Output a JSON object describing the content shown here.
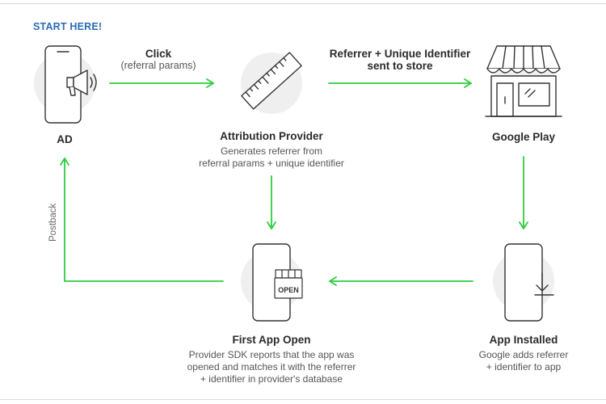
{
  "start_label": "START HERE!",
  "nodes": {
    "ad": {
      "title": "AD"
    },
    "attribution": {
      "title": "Attribution Provider",
      "desc_line1": "Generates referrer from",
      "desc_line2": "referral params + unique identifier"
    },
    "google_play": {
      "title": "Google Play"
    },
    "first_app_open": {
      "title": "First App Open",
      "badge": "OPEN",
      "desc_line1": "Provider SDK reports that the app was",
      "desc_line2": "opened and matches it with the referrer",
      "desc_line3": "+ identifier in provider's database"
    },
    "app_installed": {
      "title": "App Installed",
      "desc_line1": "Google adds referrer",
      "desc_line2": "+ identifier to app"
    }
  },
  "edges": {
    "click": {
      "line1": "Click",
      "line2": "(referral params)"
    },
    "to_store": {
      "line1": "Referrer + Unique Identifier",
      "line2": "sent to store"
    },
    "postback": {
      "label": "Postback"
    }
  },
  "colors": {
    "accent_green": "#2ecc40",
    "start_blue": "#2a6bb5",
    "circle_gray": "#efefef",
    "stroke": "#333333"
  }
}
